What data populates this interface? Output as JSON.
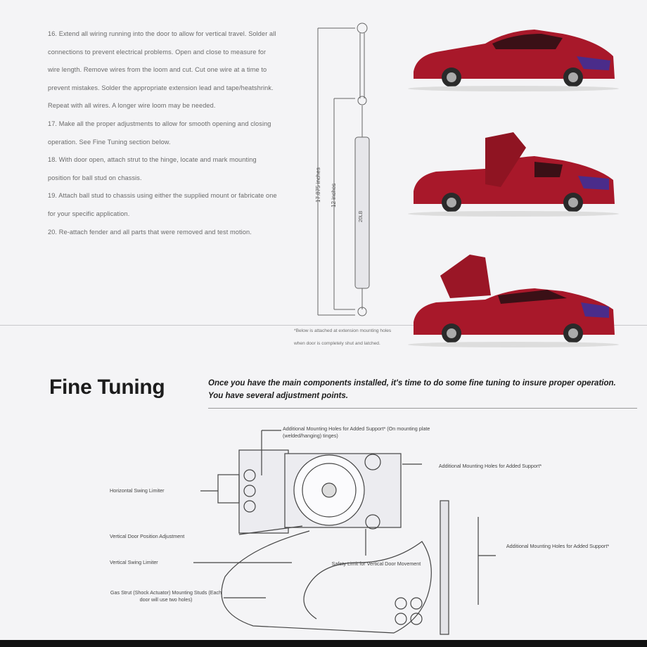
{
  "instructions": {
    "steps": [
      "16. Extend all wiring running into the door to allow for vertical travel. Solder all connections to prevent electrical problems. Open and close to measure for wire length. Remove wires from the loom and cut. Cut one wire at a time to prevent mistakes. Solder the appropriate extension lead and tape/heatshrink. Repeat with all wires. A longer wire loom may be needed.",
      "17. Make all the proper adjustments to allow for smooth opening and closing operation. See Fine Tuning section below.",
      "18. With door open, attach strut to the hinge, locate and mark mounting position for ball stud on chassis.",
      "19. Attach ball stud to chassis using either the supplied mount or fabricate one for your specific application.",
      "20. Re-attach fender and all parts that were removed and test motion."
    ]
  },
  "strut": {
    "dim_long": "17.875 inches",
    "dim_short": "12 inches",
    "body_label": "20LB",
    "note": "*Below is attached at extension mounting holes when door is completely shut and latched."
  },
  "fine_tuning": {
    "heading": "Fine Tuning",
    "intro": "Once you have the main components installed, it's time to do some fine tuning to insure proper operation. You have several adjustment points."
  },
  "diagram": {
    "callouts": {
      "top": "Additional Mounting Holes for Added Support* (On mounting plate (welded/hanging) tinges)",
      "right_upper": "Additional Mounting Holes for Added Support*",
      "right_lower": "Additional Mounting Holes for Added Support*",
      "horizontal_limiter": "Horizontal Swing Limiter",
      "vertical_position": "Vertical Door Position Adjustment",
      "vertical_limiter": "Vertical Swing Limiter",
      "safety_stop": "Safety Limit for Vertical Door Movement",
      "gas_strut": "Gas Strut (Shock Actuator) Mounting Studs (Each door will use two holes)"
    }
  },
  "colors": {
    "car_red": "#a8182a",
    "car_shadow": "#6a0c18",
    "paper": "#f4f4f6"
  }
}
